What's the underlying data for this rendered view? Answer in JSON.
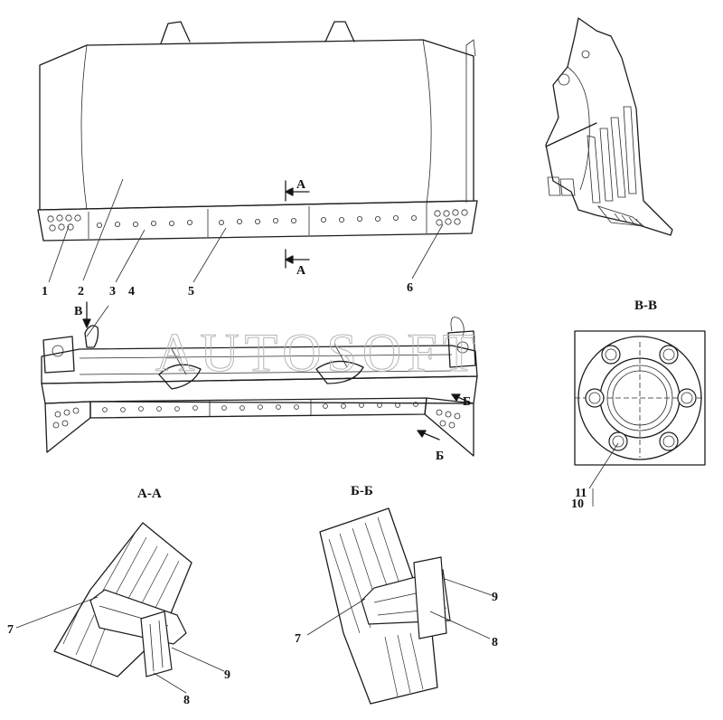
{
  "watermark": "AUTOSOFT",
  "callouts": {
    "c1": "1",
    "c2": "2",
    "c3": "3",
    "c4": "4",
    "c5": "5",
    "c6": "6",
    "c7a": "7",
    "c7b": "7",
    "c8a": "8",
    "c8b": "8",
    "c9a": "9",
    "c9b": "9",
    "c10": "10",
    "c11": "11"
  },
  "cut_marks": {
    "a_top": "А",
    "a_bottom": "А",
    "b_top": "Б",
    "b_bottom": "Б",
    "v": "В"
  },
  "section_titles": {
    "aa": "А-А",
    "bb": "Б-Б",
    "vv": "В-В"
  }
}
